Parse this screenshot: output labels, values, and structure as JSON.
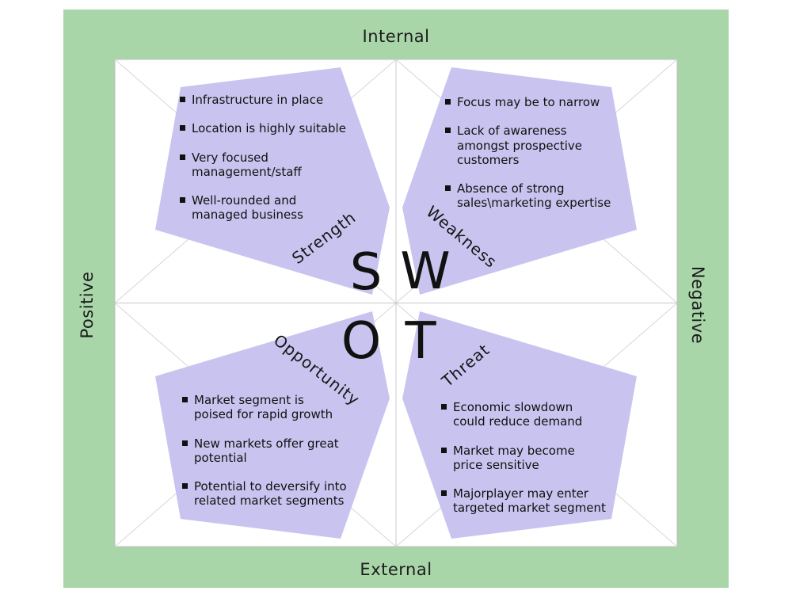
{
  "frame": {
    "top_label": "Internal",
    "bottom_label": "External",
    "left_label": "Positive",
    "right_label": "Negative"
  },
  "center_letters": [
    "S",
    "W",
    "O",
    "T"
  ],
  "quadrants": {
    "strength": {
      "label": "Strength",
      "items": [
        "Infrastructure in place",
        "Location is highly suitable",
        "Very focused management/staff",
        "Well-rounded and managed business"
      ]
    },
    "weakness": {
      "label": "Weakness",
      "items": [
        "Focus may be to narrow",
        "Lack of awareness amongst prospective customers",
        "Absence of strong sales\\marketing expertise"
      ]
    },
    "opportunity": {
      "label": "Opportunity",
      "items": [
        "Market segment is poised for rapid growth",
        "New markets offer great potential",
        "Potential to deversify into related market segments"
      ]
    },
    "threat": {
      "label": "Threat",
      "items": [
        "Economic slowdown could reduce demand",
        "Market may become price sensitive",
        "Majorplayer may enter targeted market segment"
      ]
    }
  },
  "colors": {
    "frame_green": "#a9d6a9",
    "pentagon_purple": "#c9c4ef",
    "line_gray": "#d7d7d7"
  }
}
